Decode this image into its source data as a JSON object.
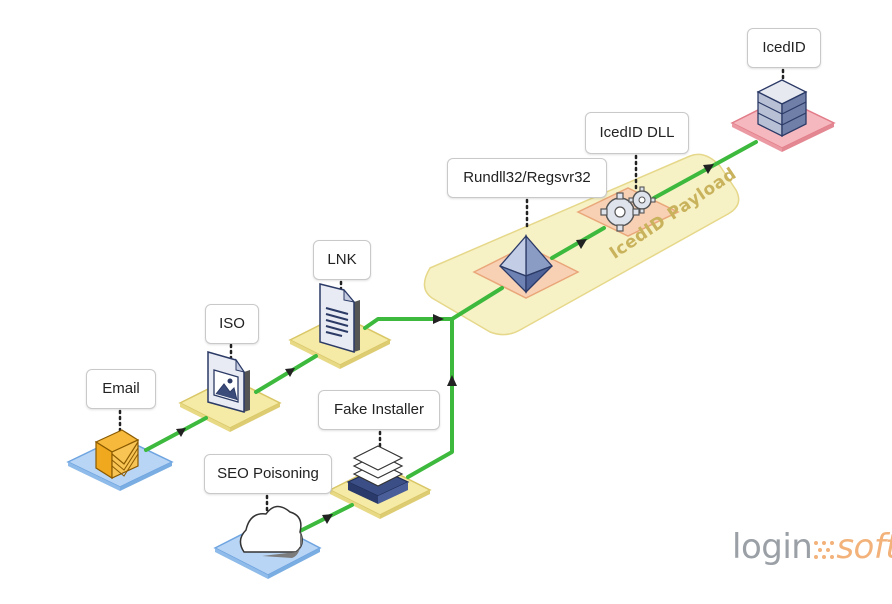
{
  "nodes": {
    "email": "Email",
    "iso": "ISO",
    "lnk": "LNK",
    "seo": "SEO Poisoning",
    "fake_installer": "Fake Installer",
    "rundll": "Rundll32/Regsvr32",
    "dll": "IcedID DLL",
    "icedid": "IcedID"
  },
  "group_label": "IcedID Payload",
  "brand": {
    "part1": "login",
    "part2": "soft"
  },
  "colors": {
    "arrow": "#3db93d",
    "blue_tile": "#b9d5f5",
    "yellow_tile": "#f5eaa6",
    "orange_tile": "#f8d1b5",
    "red_tile": "#f5b8bf",
    "payload_area": "#f7f1c6",
    "brand_gray": "#9aa0a6",
    "brand_orange": "#f2b27a"
  }
}
